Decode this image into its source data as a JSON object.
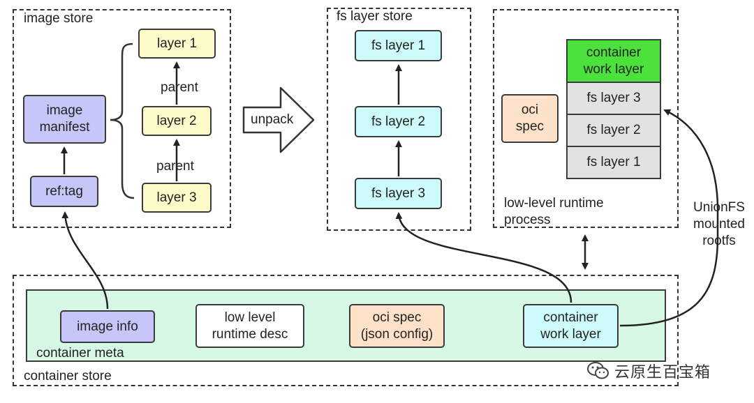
{
  "image_store": {
    "title": "image store",
    "layer1": "layer 1",
    "layer2": "layer 2",
    "layer3": "layer 3",
    "parent_upper": "parent",
    "parent_lower": "parent",
    "image_manifest": "image\nmanifest",
    "ref_tag": "ref:tag"
  },
  "unpack_label": "unpack",
  "fs_layer_store": {
    "title": "fs layer store",
    "fs_layer1": "fs layer 1",
    "fs_layer2": "fs layer 2",
    "fs_layer3": "fs layer 3"
  },
  "runtime_process": {
    "title": "low-level runtime\nprocess",
    "oci_spec": "oci\nspec",
    "container_work_layer": "container\nwork layer",
    "stack_fs3": "fs layer 3",
    "stack_fs2": "fs layer 2",
    "stack_fs1": "fs layer 1"
  },
  "unionfs_label": "UnionFS\nmounted\nrootfs",
  "container_store": {
    "title": "container store",
    "meta_title": "container meta",
    "image_info": "image info",
    "low_level_runtime_desc": "low level\nruntime desc",
    "oci_spec_json": "oci spec\n(json config)",
    "container_work_layer": "container\nwork layer"
  },
  "watermark": "云原生百宝箱",
  "colors": {
    "yellow": "#fdfbc9",
    "purple": "#c7c6f8",
    "cyan": "#cdfafa",
    "peach": "#fde2c9",
    "green": "#4be23b",
    "gray": "#e2e2e2",
    "meta_bg": "#d8f8e6"
  }
}
